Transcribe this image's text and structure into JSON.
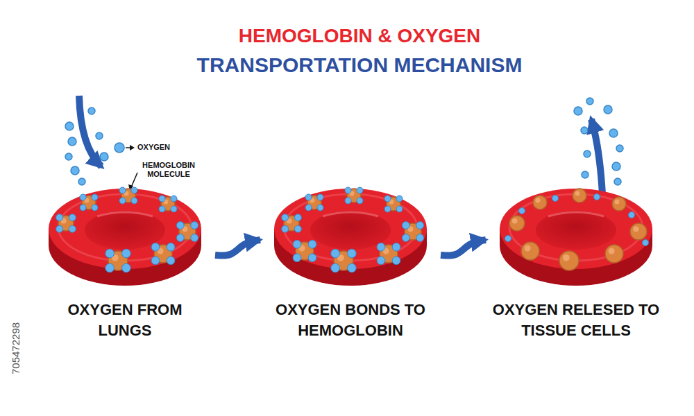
{
  "diagram": {
    "title": "HEMOGLOBIN & OXYGEN",
    "nodes": [
      {
        "text": [
          "OXYGEN FROM LUNGS"
        ]
      },
      {
        "text": [
          "OXYGEN BONDS TO HEMOGLOBIN"
        ]
      },
      {
        "text": [
          "OXYGEN RELESED TO TISSUE CELLS"
        ]
      }
    ],
    "edges": [
      {
        "from": 0,
        "to": 1,
        "arrow": "to"
      },
      {
        "from": 1,
        "to": 2,
        "arrow": "to"
      }
    ],
    "labels": [
      "TRANSPORTATION MECHANISM",
      "OXYGEN",
      "HEMOGLOBIN MOLECULE",
      "705472298"
    ]
  }
}
